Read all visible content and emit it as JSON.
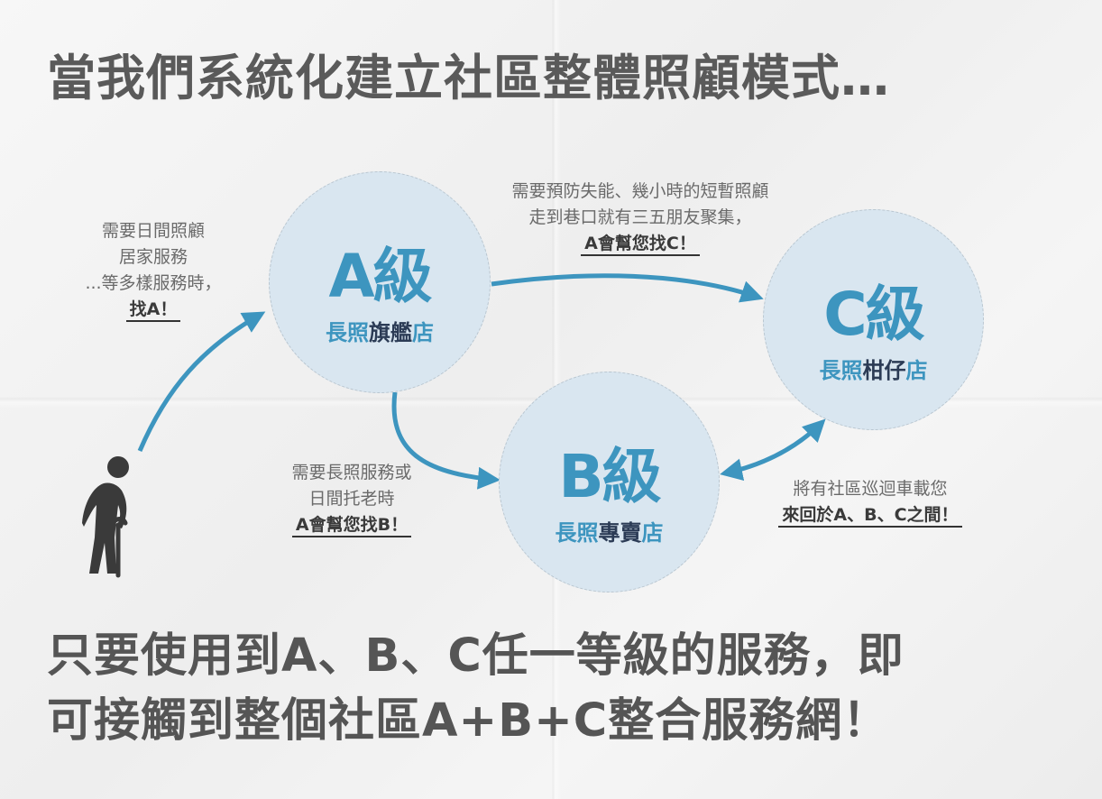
{
  "title": "當我們系統化建立社區整體照顧模式…",
  "nodes": {
    "a": {
      "grade": "A級",
      "store_prefix": "長照",
      "store_name": "旗艦",
      "store_suffix": "店"
    },
    "b": {
      "grade": "B級",
      "store_prefix": "長照",
      "store_name": "專賣",
      "store_suffix": "店"
    },
    "c": {
      "grade": "C級",
      "store_prefix": "長照",
      "store_name": "柑仔",
      "store_suffix": "店"
    }
  },
  "notes": {
    "to_a": {
      "line1": "需要日間照顧",
      "line2": "居家服務",
      "line3": "...等多樣服務時，",
      "emphasis": "找A！"
    },
    "a_to_c": {
      "line1": "需要預防失能、幾小時的短暫照顧",
      "line2": "走到巷口就有三五朋友聚集，",
      "emphasis": "A會幫您找C！"
    },
    "a_to_b": {
      "line1": "需要長照服務或",
      "line2": "日間托老時",
      "emphasis": "A會幫您找B！"
    },
    "b_c": {
      "line1": "將有社區巡迴車載您",
      "emphasis": "來回於A、B、C之間！"
    }
  },
  "bottom": {
    "line1": "只要使用到A、B、C任一等級的服務，即",
    "line2": "可接觸到整個社區A+B+C整合服務網！"
  },
  "colors": {
    "arrow": "#3d95bf",
    "circle": "#d9e6f0",
    "title": "#5a5a5a",
    "accent": "#3d95bf",
    "dark": "#2b3b55"
  },
  "icons": {
    "elderly": "elderly-person-with-cane-icon"
  }
}
